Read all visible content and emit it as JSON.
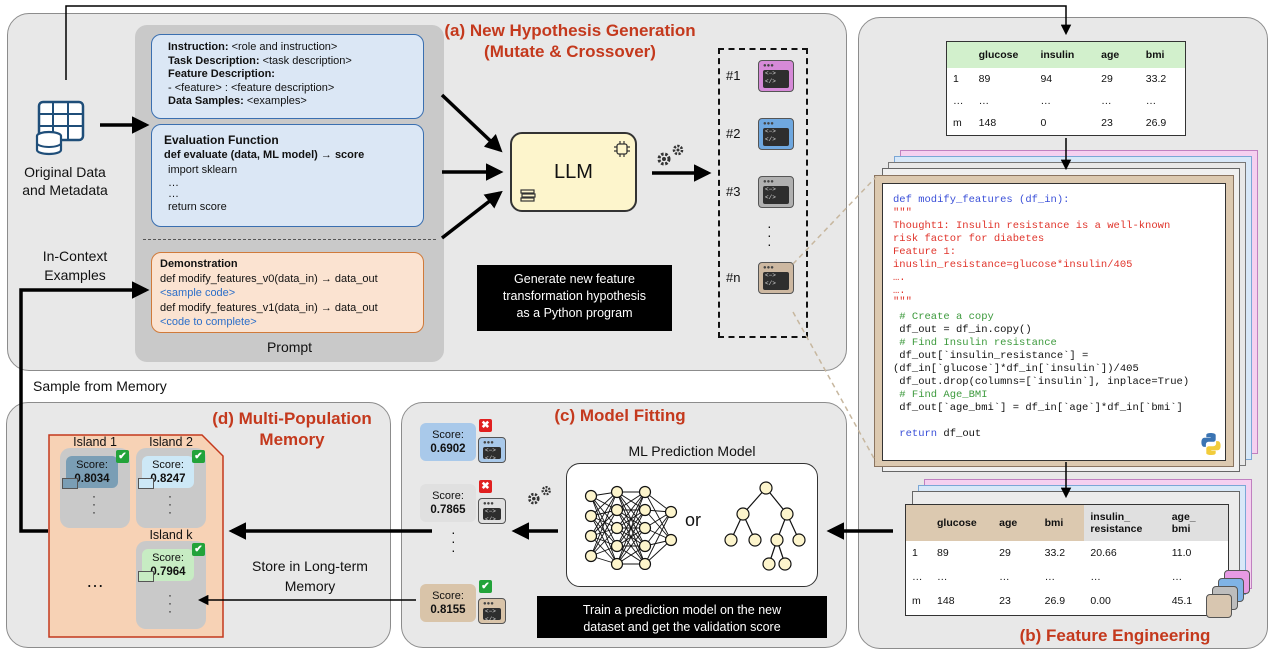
{
  "titles": {
    "a_line1": "(a) New Hypothesis Generation",
    "a_line2": "(Mutate & Crossover)",
    "b": "(b) Feature Engineering",
    "c": "(c) Model Fitting",
    "d_line1": "(d) Multi-Population",
    "d_line2": "Memory"
  },
  "data_source": {
    "label_line1": "Original Data",
    "label_line2": "and Metadata"
  },
  "prompt": {
    "instruction_key": "Instruction:",
    "instruction_val": "<role and instruction>",
    "task_key": "Task Description:",
    "task_val": "<task description>",
    "feature_key": "Feature Description:",
    "feature_item": "- <feature> : <feature description>",
    "samples_key": "Data Samples:",
    "samples_val": "<examples>",
    "eval_title": "Evaluation Function",
    "eval_def": "def evaluate (data, ML model) → score",
    "eval_import": "import sklearn",
    "eval_dots1": "…",
    "eval_dots2": "…",
    "eval_return": "return score",
    "demo_title": "Demonstration",
    "demo_v0": "def modify_features_v0(data_in) → data_out",
    "demo_sample": "<sample code>",
    "demo_v1": "def modify_features_v1(data_in) → data_out",
    "demo_complete": "<code to complete>",
    "footer": "Prompt"
  },
  "labels": {
    "in_context_line1": "In-Context",
    "in_context_line2": "Examples",
    "sample_from_memory": "Sample from Memory",
    "store_line1": "Store in Long-term",
    "store_line2": "Memory",
    "or": "or",
    "ml_model": "ML Prediction Model"
  },
  "llm": {
    "label": "LLM"
  },
  "generate_caption": {
    "line1": "Generate new feature",
    "line2": "transformation hypothesis",
    "line3": "as a Python program"
  },
  "train_caption": {
    "line1": "Train a prediction model on the new",
    "line2": "dataset and get the validation score"
  },
  "candidates": {
    "labels": [
      "#1",
      "#2",
      "#3",
      "#n"
    ],
    "vdots": "·\n·\n·",
    "colors": [
      "#d68ad8",
      "#6fa8e0",
      "#b0b0b0",
      "#cdb8a1"
    ]
  },
  "original_table": {
    "headers": [
      "",
      "glucose",
      "insulin",
      "age",
      "bmi"
    ],
    "rows": [
      [
        "1",
        "89",
        "94",
        "29",
        "33.2"
      ],
      [
        "…",
        "…",
        "…",
        "…",
        "…"
      ],
      [
        "m",
        "148",
        "0",
        "23",
        "26.9"
      ]
    ]
  },
  "new_table": {
    "headers": [
      "",
      "glucose",
      "age",
      "bmi",
      "insulin_\nresistance",
      "age_\nbmi"
    ],
    "rows": [
      [
        "1",
        "89",
        "29",
        "33.2",
        "20.66",
        "11.0"
      ],
      [
        "…",
        "…",
        "…",
        "…",
        "…",
        "…"
      ],
      [
        "m",
        "148",
        "23",
        "26.9",
        "0.00",
        "45.1"
      ]
    ]
  },
  "code": {
    "def_kw": "def",
    "def_rest": " modify_features (df_in):",
    "doc_open": "\"\"\"",
    "thought_1": "Thought1: Insulin resistance is a well-known",
    "thought_2": "risk factor for diabetes",
    "feature_1": "Feature 1:",
    "feature_1_expr": "inuslin_resistance=glucose*insulin/405",
    "dots_1": "….",
    "dots_2": "….",
    "doc_close": "\"\"\"",
    "c_copy": " # Create a copy",
    "l_copy": " df_out = df_in.copy()",
    "c_ins": " # Find Insulin resistance",
    "l_ins1": " df_out[`insulin_resistance`] =",
    "l_ins2": "(df_in[`glucose`]*df_in[`insulin`])/405",
    "l_drop": " df_out.drop(columns=[`insulin`], inplace=True)",
    "c_age": " # Find Age_BMI",
    "l_age": " df_out[`age_bmi`] = df_in[`age`]*df_in[`bmi`]",
    "ret_kw": " return",
    "ret_rest": " df_out"
  },
  "fitting_scores": [
    {
      "label": "Score:",
      "value": "0.6902",
      "bg": "#a9c9ea",
      "status": "fail",
      "mark": "✖"
    },
    {
      "label": "Score:",
      "value": "0.7865",
      "bg": "#e0e0e0",
      "status": "fail",
      "mark": "✖"
    },
    {
      "label": "Score:",
      "value": "0.8155",
      "bg": "#d9c4a9",
      "status": "pass",
      "mark": "✔"
    }
  ],
  "fitting_vdots": "·\n·\n·",
  "islands": [
    {
      "name": "Island 1",
      "score_label": "Score:",
      "score": "0.8034",
      "bg": "#7a9eb5"
    },
    {
      "name": "Island 2",
      "score_label": "Score:",
      "score": "0.8247",
      "bg": "#cde8f6"
    },
    {
      "name": "Island k",
      "score_label": "Score:",
      "score": "0.7964",
      "bg": "#c7ecc3"
    }
  ],
  "island_vdots": "·\n·\n·",
  "islands_more": "…",
  "colors": {
    "accent_red": "#c4391d",
    "prompt_blue": "#dbe7f5",
    "prompt_orange": "#fbe3d1",
    "llm_yellow": "#fdf5cc",
    "memory_orange": "#f7d2b5",
    "code_blue": "#3a4fd8",
    "code_red": "#e0342b",
    "code_green": "#3d9a3d"
  }
}
